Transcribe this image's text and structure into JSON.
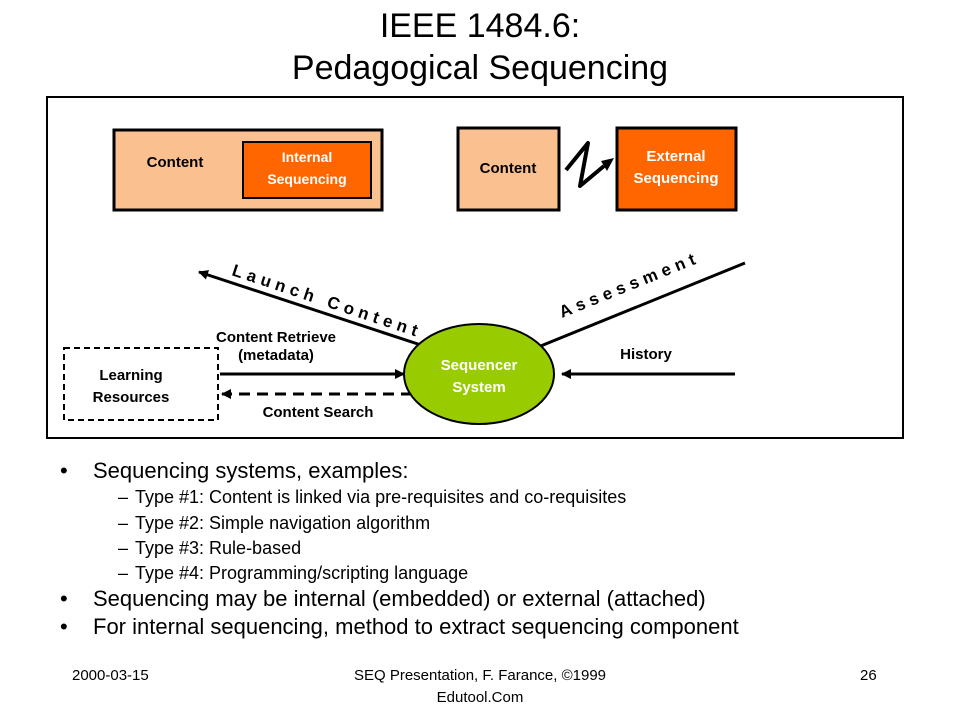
{
  "slide": {
    "title_line1": "IEEE 1484.6:",
    "title_line2": "Pedagogical Sequencing"
  },
  "diagram": {
    "internal_box": {
      "outer_label": "Content",
      "inner_line1": "Internal",
      "inner_line2": "Sequencing"
    },
    "external_box": {
      "content_label": "Content",
      "ext_line1": "External",
      "ext_line2": "Sequencing"
    },
    "launch_content": "Launch Content",
    "assessment": "Assessment",
    "content_retrieve_line1": "Content Retrieve",
    "content_retrieve_line2": "(metadata)",
    "content_search": "Content Search",
    "history": "History",
    "learning_resources_line1": "Learning",
    "learning_resources_line2": "Resources",
    "sequencer_line1": "Sequencer",
    "sequencer_line2": "System"
  },
  "bullets": {
    "b1": "Sequencing systems, examples:",
    "sub": [
      "Type #1: Content is linked via pre-requisites and co-requisites",
      "Type #2: Simple navigation algorithm",
      "Type #3: Rule-based",
      "Type #4: Programming/scripting language"
    ],
    "b2": "Sequencing may be internal (embedded) or external (attached)",
    "b3": "For internal sequencing, method to extract sequencing component"
  },
  "footer": {
    "date": "2000-03-15",
    "center_line1": "SEQ Presentation, F. Farance, ©1999",
    "center_line2": "Edutool.Com",
    "page": "26"
  },
  "colors": {
    "light_orange": "#FAC090",
    "dark_orange": "#FF6600",
    "sequencer_green": "#99CC00"
  }
}
